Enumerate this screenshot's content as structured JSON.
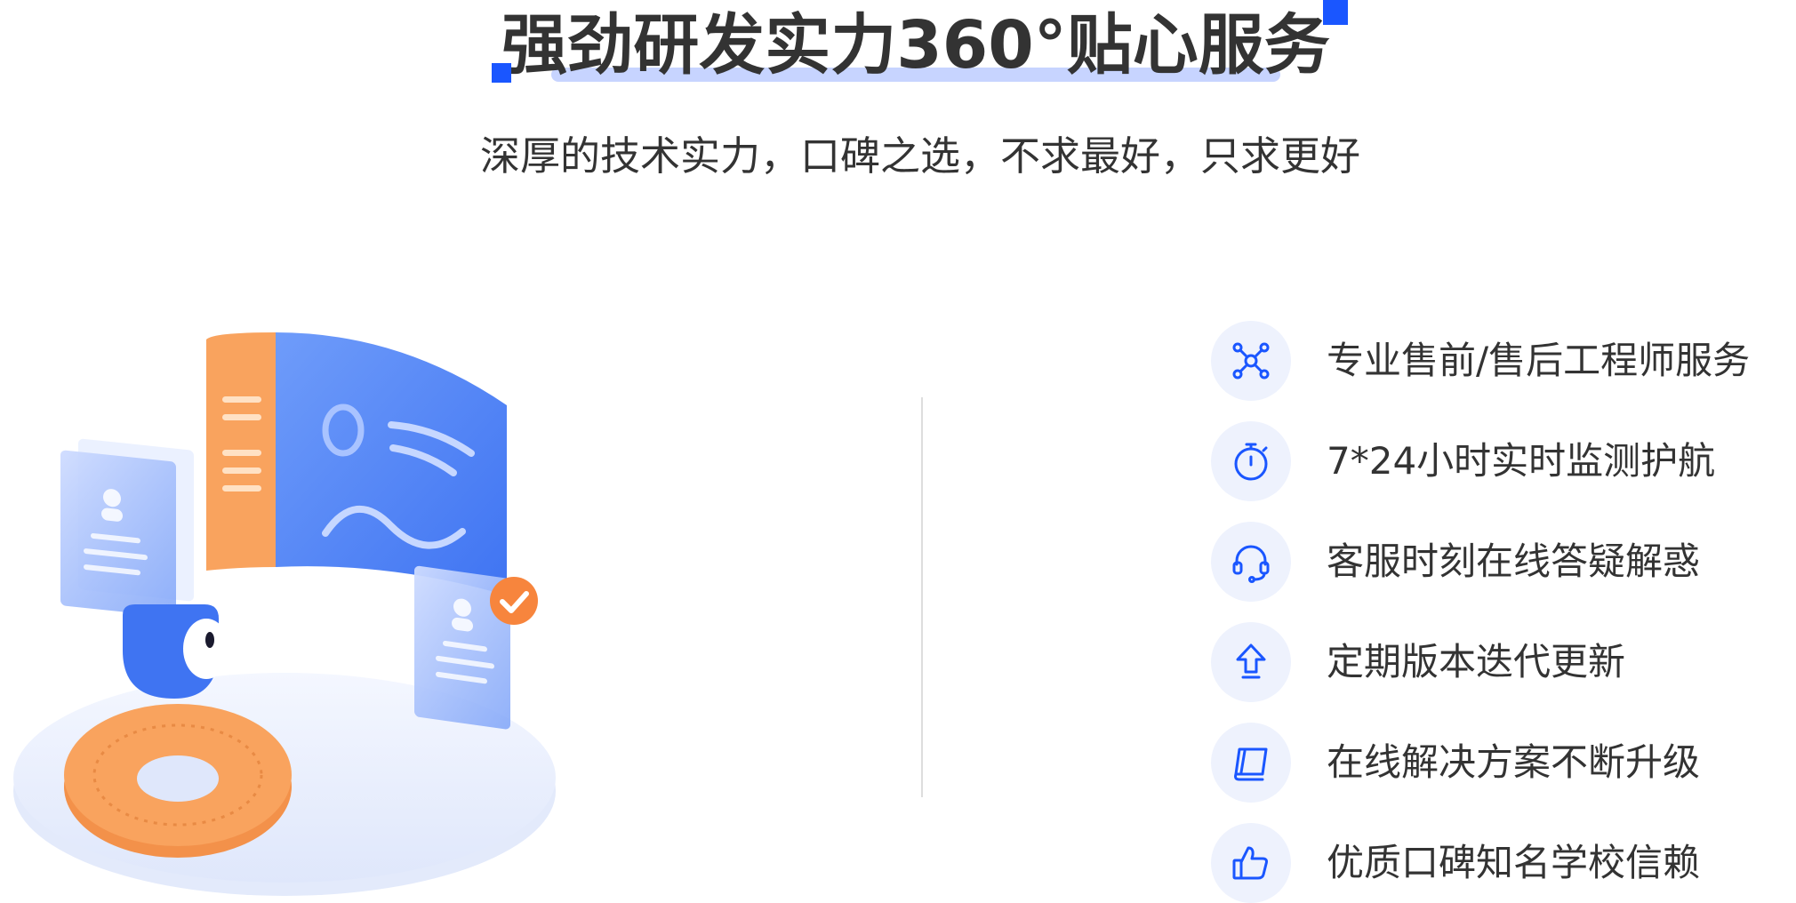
{
  "heading": {
    "title": "强劲研发实力360°贴心服务",
    "subtitle": "深厚的技术实力，口碑之选，不求最好，只求更好"
  },
  "colors": {
    "accent": "#1a56ff",
    "icon_bg": "#eef2fd",
    "underline": "#c7d4ff",
    "text": "#333333",
    "illustration_blue": "#5b8ef7",
    "illustration_orange": "#f9a35e"
  },
  "features": [
    {
      "icon": "network-icon",
      "label": "专业售前/售后工程师服务"
    },
    {
      "icon": "stopwatch-icon",
      "label": "7*24小时实时监测护航"
    },
    {
      "icon": "headset-icon",
      "label": "客服时刻在线答疑解惑"
    },
    {
      "icon": "upload-arrow-icon",
      "label": "定期版本迭代更新"
    },
    {
      "icon": "book-icon",
      "label": "在线解决方案不断升级"
    },
    {
      "icon": "thumbs-up-icon",
      "label": "优质口碑知名学校信赖"
    }
  ]
}
